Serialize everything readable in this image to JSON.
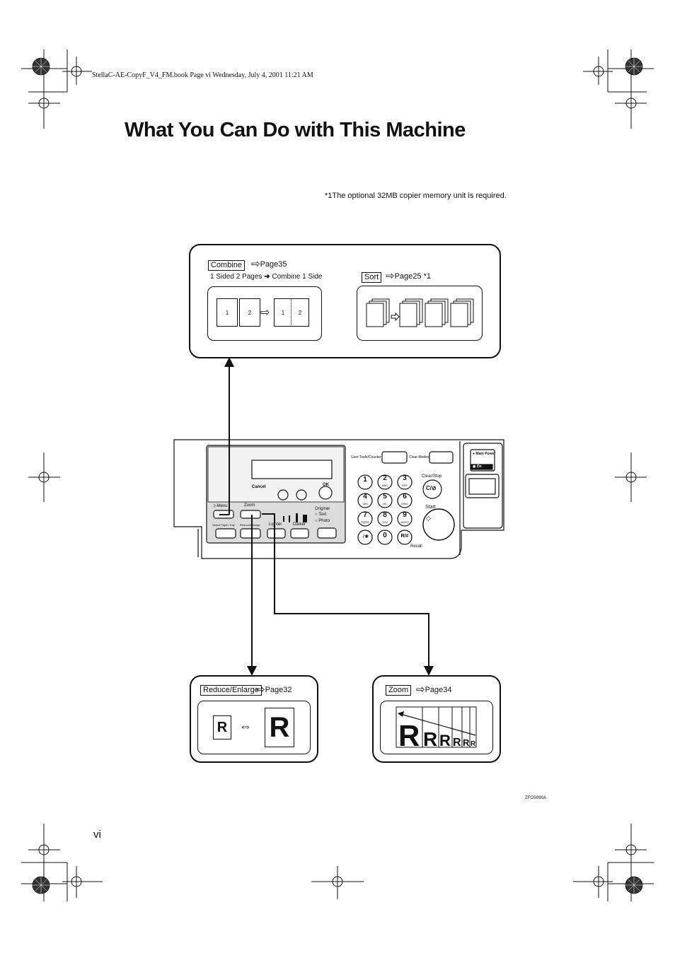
{
  "header": {
    "file_line": "StellaC-AE-CopyF_V4_FM.book  Page vi  Wednesday, July 4, 2001  11:21 AM"
  },
  "page": {
    "title": "What You Can Do with This Machine",
    "folio": "vi",
    "figure_code": "ZFOS990A"
  },
  "footnote": "*1The optional 32MB copier memory unit is required.",
  "combine": {
    "tag": "Combine",
    "page": "Page35",
    "subtitle": "1 Sided 2 Pages",
    "subtitle_target": "Combine 1 Side",
    "sheets": [
      "1",
      "2",
      "1",
      "2"
    ]
  },
  "sort": {
    "tag": "Sort",
    "page": "Page25",
    "note": "*1"
  },
  "reduce": {
    "tag": "Reduce/Enlarge",
    "page": "Page32",
    "letter": "R"
  },
  "zoom": {
    "tag": "Zoom",
    "page": "Page34",
    "letter": "R"
  },
  "panel": {
    "cancel": "Cancel",
    "ok": "OK",
    "menu": "Menu",
    "zoom": "Zoom",
    "original": "Original",
    "text": "Text",
    "photo": "Photo",
    "select_paper_tray": "Select Paper Tray",
    "reduce_enlarge": "Reduce/Enlarge",
    "lighter": "Lighter",
    "darker": "Darker",
    "user_tools": "User Tools/Counter",
    "clear_modes": "Clear Modes",
    "clear_stop": "Clear/Stop",
    "start": "Start",
    "recall": "Recall",
    "main_power": "Main Power",
    "on": "On",
    "keys": [
      {
        "num": "1",
        "sub": ""
      },
      {
        "num": "2",
        "sub": "ABC"
      },
      {
        "num": "3",
        "sub": "DEF"
      },
      {
        "num": "4",
        "sub": "GHI"
      },
      {
        "num": "5",
        "sub": "JKL"
      },
      {
        "num": "6",
        "sub": "MNO"
      },
      {
        "num": "7",
        "sub": "PQRS"
      },
      {
        "num": "8",
        "sub": "TUV"
      },
      {
        "num": "9",
        "sub": "WXYZ"
      },
      {
        "num": "·/✱",
        "sub": ""
      },
      {
        "num": "0",
        "sub": ""
      },
      {
        "num": "R/#",
        "sub": ""
      }
    ]
  }
}
